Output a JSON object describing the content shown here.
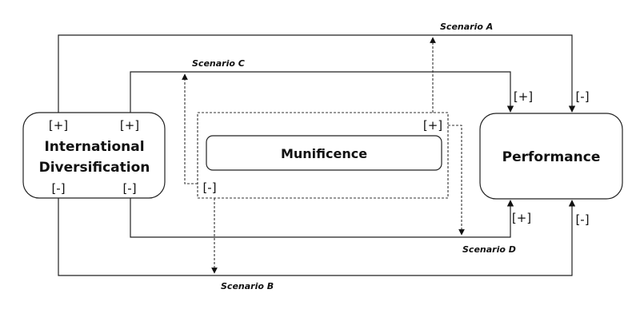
{
  "diagram": {
    "nodes": {
      "international_diversification": {
        "line1": "International",
        "line2": "Diversification",
        "signs": [
          "[+]",
          "[+]",
          "[-]",
          "[-]"
        ]
      },
      "munificence": {
        "label": "Munificence",
        "signs": [
          "[+]",
          "[-]"
        ]
      },
      "performance": {
        "label": "Performance",
        "signs_top": [
          "[+]",
          "[-]"
        ],
        "signs_bottom": [
          "[+]",
          "[-]"
        ]
      }
    },
    "scenarios": {
      "a": "Scenario A",
      "b": "Scenario B",
      "c": "Scenario C",
      "d": "Scenario D"
    },
    "edges": [
      {
        "from": "International Diversification [+]",
        "to": "Performance [-]",
        "scenario": "Scenario A"
      },
      {
        "from": "International Diversification [+]",
        "to": "Performance [+]",
        "scenario": "Scenario C"
      },
      {
        "from": "International Diversification [-]",
        "to": "Performance [+]",
        "scenario": "Scenario D"
      },
      {
        "from": "International Diversification [-]",
        "to": "Performance [-]",
        "scenario": "Scenario B"
      }
    ]
  }
}
